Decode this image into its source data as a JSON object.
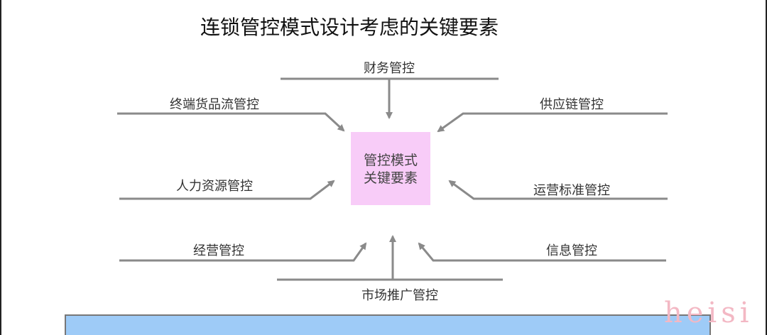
{
  "title": "连锁管控模式设计考虑的关键要素",
  "center": {
    "line1": "管控模式",
    "line2": "关键要素"
  },
  "factors": {
    "top": "财务管控",
    "upper_left": "终端货品流管控",
    "upper_right": "供应链管控",
    "mid_left": "人力资源管控",
    "mid_right": "运营标准管控",
    "lower_left": "经营管控",
    "lower_right": "信息管控",
    "bottom": "市场推广管控"
  },
  "watermark": "heisi",
  "colors": {
    "center_box": "#f8ccf8",
    "bottom_panel": "#9ecbf7",
    "arrow": "#8a8a8a"
  }
}
